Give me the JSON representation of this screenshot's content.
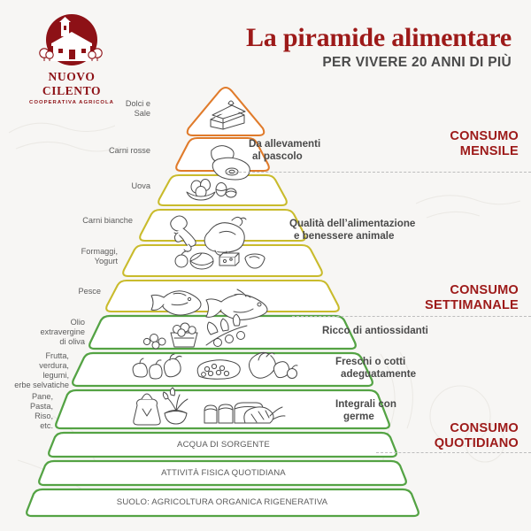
{
  "brand": {
    "logo_icon": "farmhouse-logo-icon",
    "name": "NUOVO CILENTO",
    "tagline": "COOPERATIVA AGRICOLA",
    "color": "#8d1116"
  },
  "header": {
    "title": "La piramide alimentare",
    "subtitle": "PER VIVERE 20 ANNI DI PIÙ",
    "title_color": "#9d1a19",
    "subtitle_color": "#4a4a4a"
  },
  "colors": {
    "background": "#f7f6f4",
    "orange": "#e07b2b",
    "yellow": "#c9bb2c",
    "green": "#54a344",
    "red": "#9d1a19",
    "label_gray": "#5c5c5c",
    "note_gray": "#4a4a4a",
    "divider": "#bdbdbd"
  },
  "frequency_markers": [
    {
      "id": "mensile",
      "line1": "CONSUMO",
      "line2": "MENSILE"
    },
    {
      "id": "settimanale",
      "line1": "CONSUMO",
      "line2": "SETTIMANALE"
    },
    {
      "id": "quotidiano",
      "line1": "CONSUMO",
      "line2": "QUOTIDIANO"
    }
  ],
  "side_notes": [
    {
      "id": "allevamenti",
      "line1": "Da allevamenti",
      "line2": "al pascolo"
    },
    {
      "id": "qualita",
      "line1": "Qualità dell’alimentazione",
      "line2": "e benessere animale"
    },
    {
      "id": "antiossidanti",
      "line1": "Ricco di antiossidanti",
      "line2": ""
    },
    {
      "id": "freschi",
      "line1": "Freschi o cotti",
      "line2": "adeguatamente"
    },
    {
      "id": "integrali",
      "line1": "Integrali con",
      "line2": "germe"
    }
  ],
  "tiers": [
    {
      "id": "dolci-sale",
      "label_lines": [
        "Dolci e",
        "Sale"
      ],
      "color": "#e07b2b",
      "icons": [
        "cake-slice-icon"
      ]
    },
    {
      "id": "carni-rosse",
      "label_lines": [
        "Carni rosse"
      ],
      "color": "#e07b2b",
      "icons": [
        "red-meat-icon"
      ]
    },
    {
      "id": "uova",
      "label_lines": [
        "Uova"
      ],
      "color": "#c9bb2c",
      "icons": [
        "eggs-bowl-icon",
        "cracked-egg-icon"
      ]
    },
    {
      "id": "carni-bianche",
      "label_lines": [
        "Carni bianche"
      ],
      "color": "#c9bb2c",
      "icons": [
        "chicken-leg-icon",
        "whole-chicken-icon"
      ]
    },
    {
      "id": "formaggi-yogurt",
      "label_lines": [
        "Formaggi,",
        "Yogurt"
      ],
      "color": "#c9bb2c",
      "icons": [
        "cheese-round-icon",
        "cheese-wheel-icon",
        "cheese-wedge-icon",
        "yogurt-bowl-icon"
      ]
    },
    {
      "id": "pesce",
      "label_lines": [
        "Pesce"
      ],
      "color": "#c9bb2c",
      "icons": [
        "fish-icon",
        "fish-icon"
      ]
    },
    {
      "id": "olio-oliva",
      "label_lines": [
        "Olio",
        "extravergine",
        "di oliva"
      ],
      "color": "#54a344",
      "icons": [
        "olives-crate-icon",
        "olive-branch-icon"
      ]
    },
    {
      "id": "frutta-verdura",
      "label_lines": [
        "Frutta,",
        "verdura,",
        "legumi,",
        "erbe selvatiche"
      ],
      "color": "#54a344",
      "icons": [
        "vegetables-icon",
        "legumes-icon",
        "greens-icon"
      ]
    },
    {
      "id": "pane-pasta-riso",
      "label_lines": [
        "Pane,",
        "Pasta,",
        "Riso,",
        "etc."
      ],
      "color": "#54a344",
      "icons": [
        "flour-sack-icon",
        "rice-bowl-icon",
        "bread-loaf-icon"
      ]
    }
  ],
  "base_bands": [
    {
      "id": "acqua",
      "label": "ACQUA DI SORGENTE",
      "color": "#54a344"
    },
    {
      "id": "attivita",
      "label": "ATTIVITÀ FISICA QUOTIDIANA",
      "color": "#54a344"
    },
    {
      "id": "suolo",
      "label": "SUOLO: AGRICOLTURA ORGANICA RIGENERATIVA",
      "color": "#54a344"
    }
  ]
}
